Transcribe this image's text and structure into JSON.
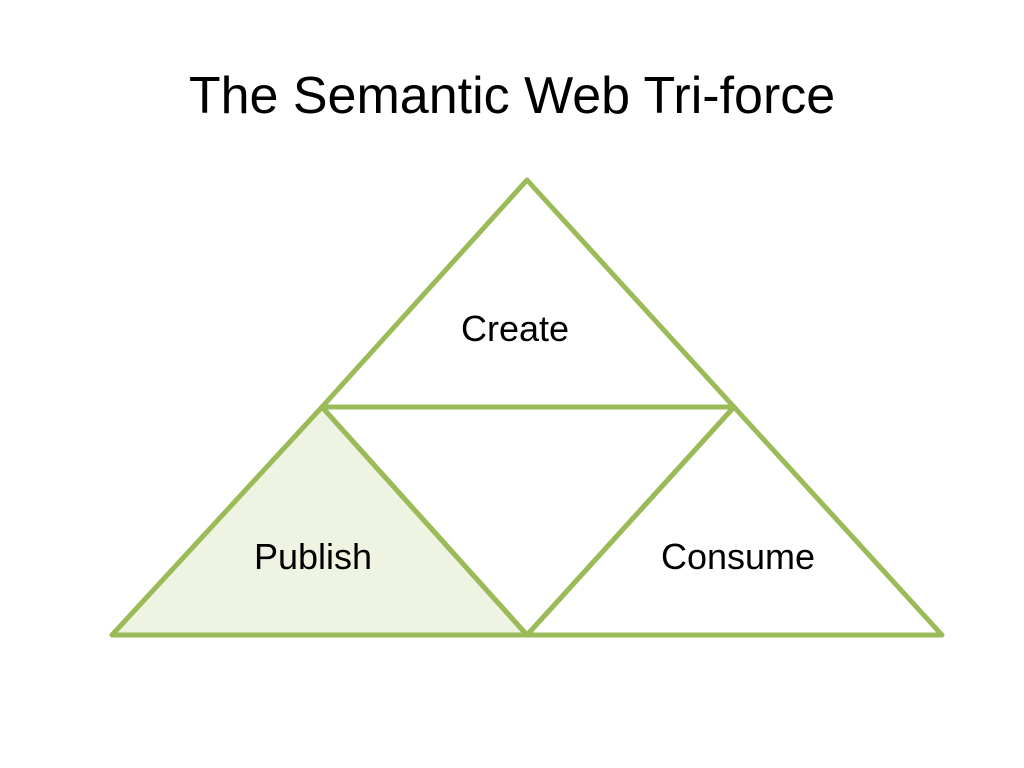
{
  "slide": {
    "title": "The Semantic Web Tri-force"
  },
  "diagram": {
    "stroke_color": "#9bbb59",
    "highlight_fill": "#eef3e2",
    "background_fill": "#ffffff",
    "nodes": [
      {
        "id": "top",
        "label": "Create",
        "highlighted": false
      },
      {
        "id": "bottom-left",
        "label": "Publish",
        "highlighted": true
      },
      {
        "id": "bottom-right",
        "label": "Consume",
        "highlighted": false
      }
    ]
  }
}
